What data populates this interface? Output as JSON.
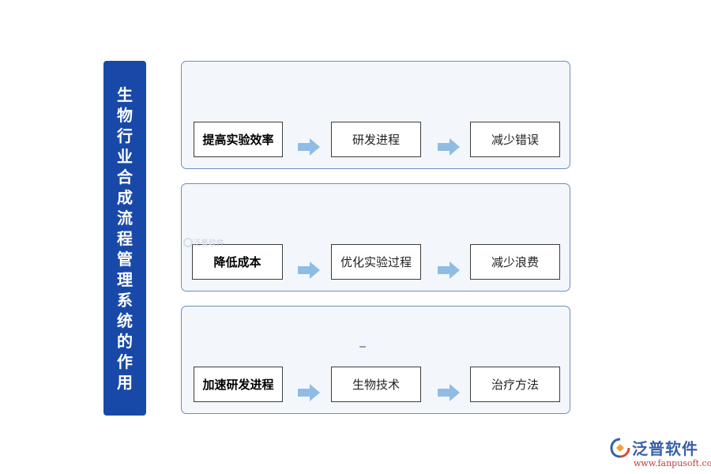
{
  "sidebar_title": [
    "生",
    "物",
    "行",
    "业",
    "合",
    "成",
    "流",
    "程",
    "管",
    "理",
    "系",
    "统",
    "的",
    "作",
    "用"
  ],
  "rows": [
    {
      "items": [
        "提高实验效率",
        "研发进程",
        "减少错误"
      ]
    },
    {
      "items": [
        "降低成本",
        "优化实验过程",
        "减少浪费"
      ]
    },
    {
      "items": [
        "加速研发进程",
        "生物技术",
        "治疗方法"
      ]
    }
  ],
  "watermark_text": "泛普软件",
  "logo": {
    "name": "泛普软件",
    "url": "www.fanpusoft.com"
  },
  "colors": {
    "sidebar": "#1849a9",
    "arrow": "#8fbce4",
    "panel_border": "#6b8fbf",
    "panel_bg": "#f3f7fc"
  }
}
